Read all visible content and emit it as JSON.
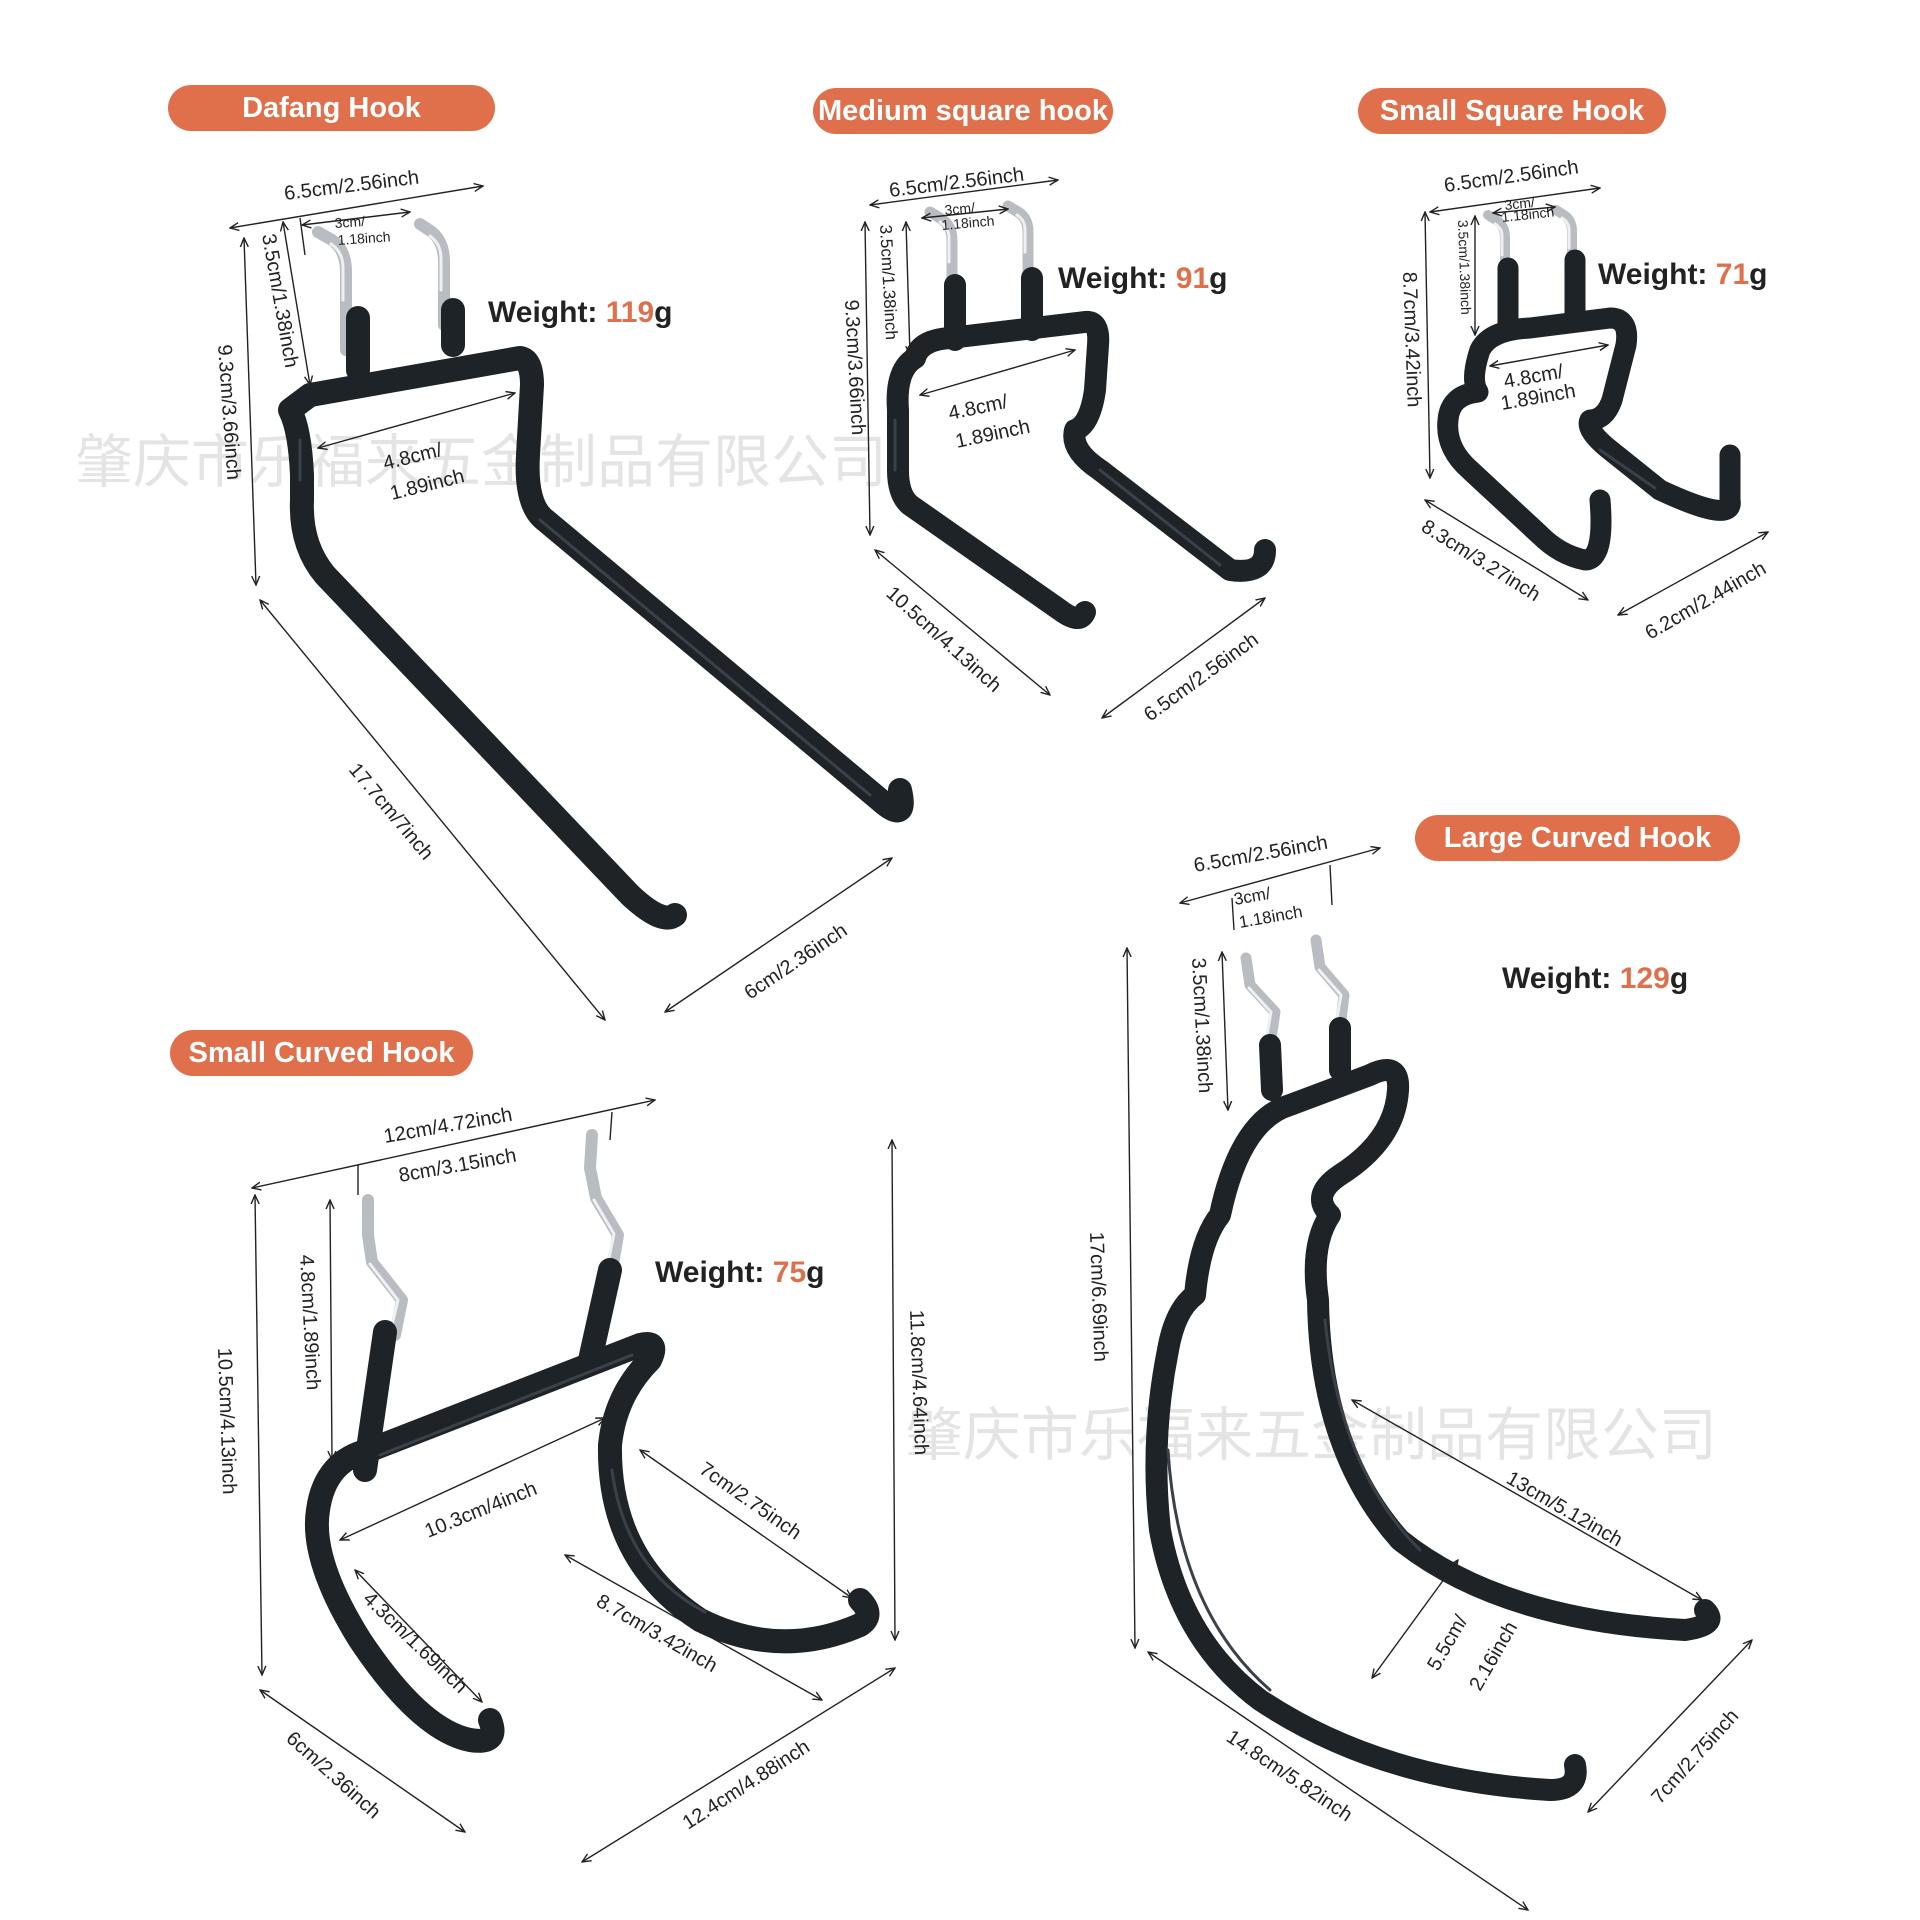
{
  "colors": {
    "accent": "#e0704c",
    "rod": "#1e2328",
    "pin": "#b9bdc2",
    "watermark": "#cfcfcf"
  },
  "watermark": "肇庆市乐福来五金制品有限公司",
  "weight_label": "Weight: ",
  "weight_unit": "g",
  "hooks": {
    "dafang": {
      "title": "Dafang Hook",
      "weight": "119",
      "dims": {
        "width": "6.5cm/2.56inch",
        "pin_gap_a": "3cm/",
        "pin_gap_b": "1.18inch",
        "pin_h": "3.5cm/1.38inch",
        "total_h": "9.3cm/3.66inch",
        "inner_a": "4.8cm/",
        "inner_b": "1.89inch",
        "length": "17.7cm/7inch",
        "depth": "6cm/2.36inch"
      }
    },
    "medium": {
      "title": "Medium square hook",
      "weight": "91",
      "dims": {
        "width": "6.5cm/2.56inch",
        "pin_gap_a": "3cm/",
        "pin_gap_b": "1.18inch",
        "pin_h": "3.5cm/1.38inch",
        "total_h": "9.3cm/3.66inch",
        "inner_a": "4.8cm/",
        "inner_b": "1.89inch",
        "length": "10.5cm/4.13inch",
        "depth": "6.5cm/2.56inch"
      }
    },
    "small_square": {
      "title": "Small Square Hook",
      "weight": "71",
      "dims": {
        "width": "6.5cm/2.56inch",
        "pin_gap_a": "3cm/",
        "pin_gap_b": "1.18inch",
        "pin_h": "3.5cm/1.38inch",
        "total_h": "8.7cm/3.42inch",
        "inner_a": "4.8cm/",
        "inner_b": "1.89inch",
        "length": "8.3cm/3.27inch",
        "depth": "6.2cm/2.44inch"
      }
    },
    "large_curved": {
      "title": "Large Curved Hook",
      "weight": "129",
      "dims": {
        "width": "6.5cm/2.56inch",
        "pin_gap_a": "3cm/",
        "pin_gap_b": "1.18inch",
        "pin_h": "3.5cm/1.38inch",
        "total_h": "17cm/6.69inch",
        "arc": "13cm/5.12inch",
        "gap_a": "5.5cm/",
        "gap_b": "2.16inch",
        "length": "14.8cm/5.82inch",
        "depth": "7cm/2.75inch"
      }
    },
    "small_curved": {
      "title": "Small Curved Hook",
      "weight": "75",
      "dims": {
        "width": "12cm/4.72inch",
        "pin_gap": "8cm/3.15inch",
        "pin_h": "4.8cm/1.89inch",
        "total_h": "10.5cm/4.13inch",
        "right_h": "11.8cm/4.64inch",
        "inner": "10.3cm/4inch",
        "arc_r": "7cm/2.75inch",
        "arc_l": "4.3cm/1.69inch",
        "mid": "8.7cm/3.42inch",
        "depth": "6cm/2.36inch",
        "length": "12.4cm/4.88inch"
      }
    }
  }
}
